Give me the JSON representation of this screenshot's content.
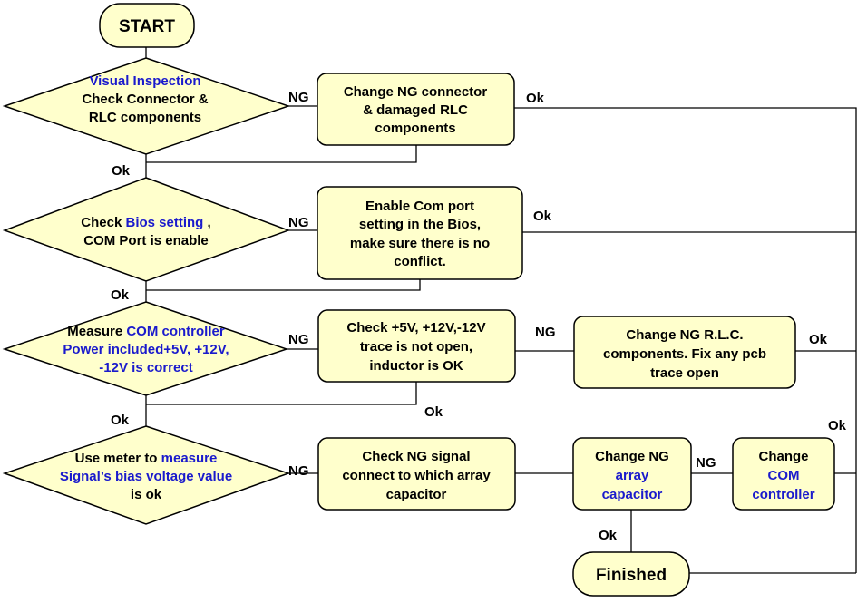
{
  "nodes": {
    "start": {
      "label": "START"
    },
    "finished": {
      "label": "Finished"
    },
    "d1": {
      "line1": "Visual Inspection",
      "line2": "Check Connector &",
      "line3": "RLC components"
    },
    "d2": {
      "line1_pre": "Check ",
      "line1_blue": "Bios setting",
      "line1_post": " ,",
      "line2": "COM Port is enable"
    },
    "d3": {
      "line1_pre": "Measure ",
      "line1_blue": "COM controller",
      "line2": "Power included+5V, +12V,",
      "line3": "-12V is correct"
    },
    "d4": {
      "line1_pre": "Use meter to ",
      "line1_blue": "measure",
      "line2": "Signal’s bias voltage value",
      "line3": "is ok"
    },
    "b1": {
      "line1": "Change NG connector",
      "line2": "& damaged RLC",
      "line3": "components"
    },
    "b2": {
      "line1": "Enable Com port",
      "line2": "setting in the Bios,",
      "line3": "make sure there is no",
      "line4": "conflict."
    },
    "b3": {
      "line1": "Check +5V, +12V,-12V",
      "line2": "trace is not open,",
      "line3": "inductor is OK"
    },
    "b4": {
      "line1": "Change NG R.L.C.",
      "line2": "components. Fix any pcb",
      "line3": "trace open"
    },
    "b5": {
      "line1": "Check NG signal",
      "line2": "connect to which array",
      "line3": "capacitor"
    },
    "b6": {
      "line1": "Change NG",
      "line2": "array",
      "line3": "capacitor"
    },
    "b7": {
      "line1": "Change",
      "line2": "COM",
      "line3": "controller"
    }
  },
  "edges": {
    "ng": "NG",
    "ok": "Ok"
  },
  "colors": {
    "fill": "#ffffcc",
    "stroke": "#000000",
    "highlight": "#1a1acc"
  }
}
